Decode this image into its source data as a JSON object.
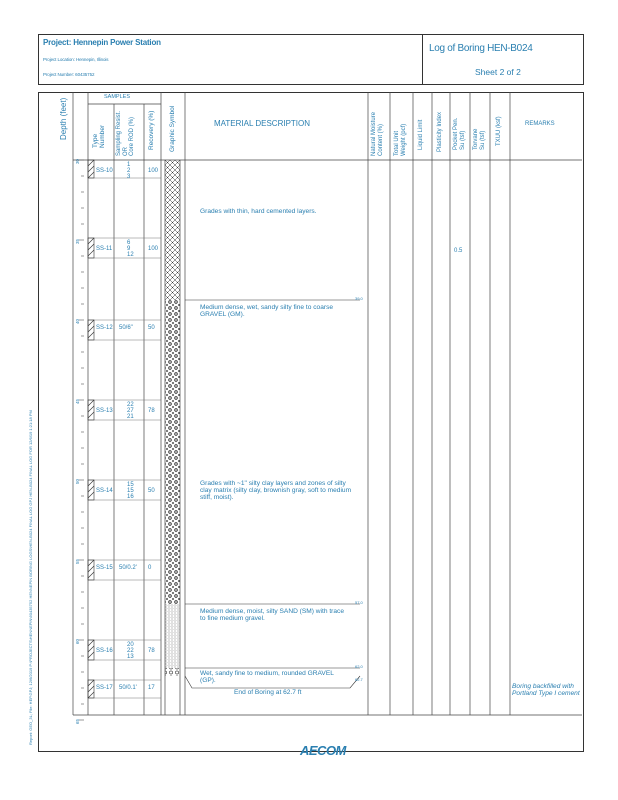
{
  "header": {
    "project": "Project: Hennepin Power Station",
    "project_location": "Project Location: Hennepin, Illinois",
    "project_number": "Project Number: 60435752",
    "log_title": "Log of Boring HEN-B024",
    "sheet": "Sheet 2 of 2"
  },
  "columns": {
    "depth": "Depth (feet)",
    "samples": "SAMPLES",
    "type_number": [
      "Type",
      "Number"
    ],
    "blows": [
      "Sampling Resist.",
      "OR",
      "Core ROD (%)"
    ],
    "recovery": "Recovery (%)",
    "graphic": "Graphic Symbol",
    "material": "MATERIAL DESCRIPTION",
    "moisture": [
      "Natural Moisture",
      "Content (%)"
    ],
    "unit_weight": [
      "Total Unit",
      "Weight (pcf)"
    ],
    "liquid_limit": "Liquid Limit",
    "plasticity": "Plasticity Index",
    "pocket_pen": [
      "Pocket Pen.",
      "Su (tsf)"
    ],
    "torvane": [
      "Torvane",
      "Su (tsf)"
    ],
    "txuu": "TXUU (ksf)",
    "remarks": "REMARKS"
  },
  "depth_labels": [
    "30",
    "35",
    "40",
    "45",
    "50",
    "55",
    "60",
    "65"
  ],
  "samples": [
    {
      "id": "SS-10",
      "blows": [
        "1",
        "2",
        "3"
      ],
      "recovery": "100"
    },
    {
      "id": "SS-11",
      "blows": [
        "6",
        "9",
        "12"
      ],
      "recovery": "100"
    },
    {
      "id": "SS-12",
      "blows": [
        "50/6\""
      ],
      "recovery": "50"
    },
    {
      "id": "SS-13",
      "blows": [
        "22",
        "27",
        "21"
      ],
      "recovery": "78"
    },
    {
      "id": "SS-14",
      "blows": [
        "15",
        "15",
        "16"
      ],
      "recovery": "50"
    },
    {
      "id": "SS-15",
      "blows": [
        "50/0.2'"
      ],
      "recovery": "0"
    },
    {
      "id": "SS-16",
      "blows": [
        "20",
        "22",
        "13"
      ],
      "recovery": "78"
    },
    {
      "id": "SS-17",
      "blows": [
        "50/0.1'"
      ],
      "recovery": "17"
    }
  ],
  "descriptions": [
    {
      "text": "Grades with thin, hard cemented layers."
    },
    {
      "text": "Medium dense, wet, sandy silty fine to coarse GRAVEL (GM).",
      "depth": "39.0"
    },
    {
      "text": "Grades with ~1\" silty clay layers and zones of silty clay matrix (silty clay, brownish gray, soft to medium stiff, moist)."
    },
    {
      "text": "Medium dense, moist, silty SAND (SM) with trace to fine medium gravel.",
      "depth": "57.0"
    },
    {
      "text": "Wet, sandy fine to medium, rounded GRAVEL (GP).",
      "depth": "62.0"
    },
    {
      "text": "End of Boring at 62.7 ft",
      "depth": "62.7"
    }
  ],
  "pocket_pen_value": "0.5",
  "remarks": "Boring backfilled with Portland Type I cement",
  "side_text": "Report: GEO_3L; File: HEP.GPJ; 12/6/2019   P:\\PROJECTS\\HENNEPIN\\60435752 HENNEPIN BORING LOGS\\HEN-B024 FINAL LOG GPJ   HEN-B024 FINAL LOG FOR 12/6/19 1:21:18 PM",
  "footer_logo": "AECOM"
}
